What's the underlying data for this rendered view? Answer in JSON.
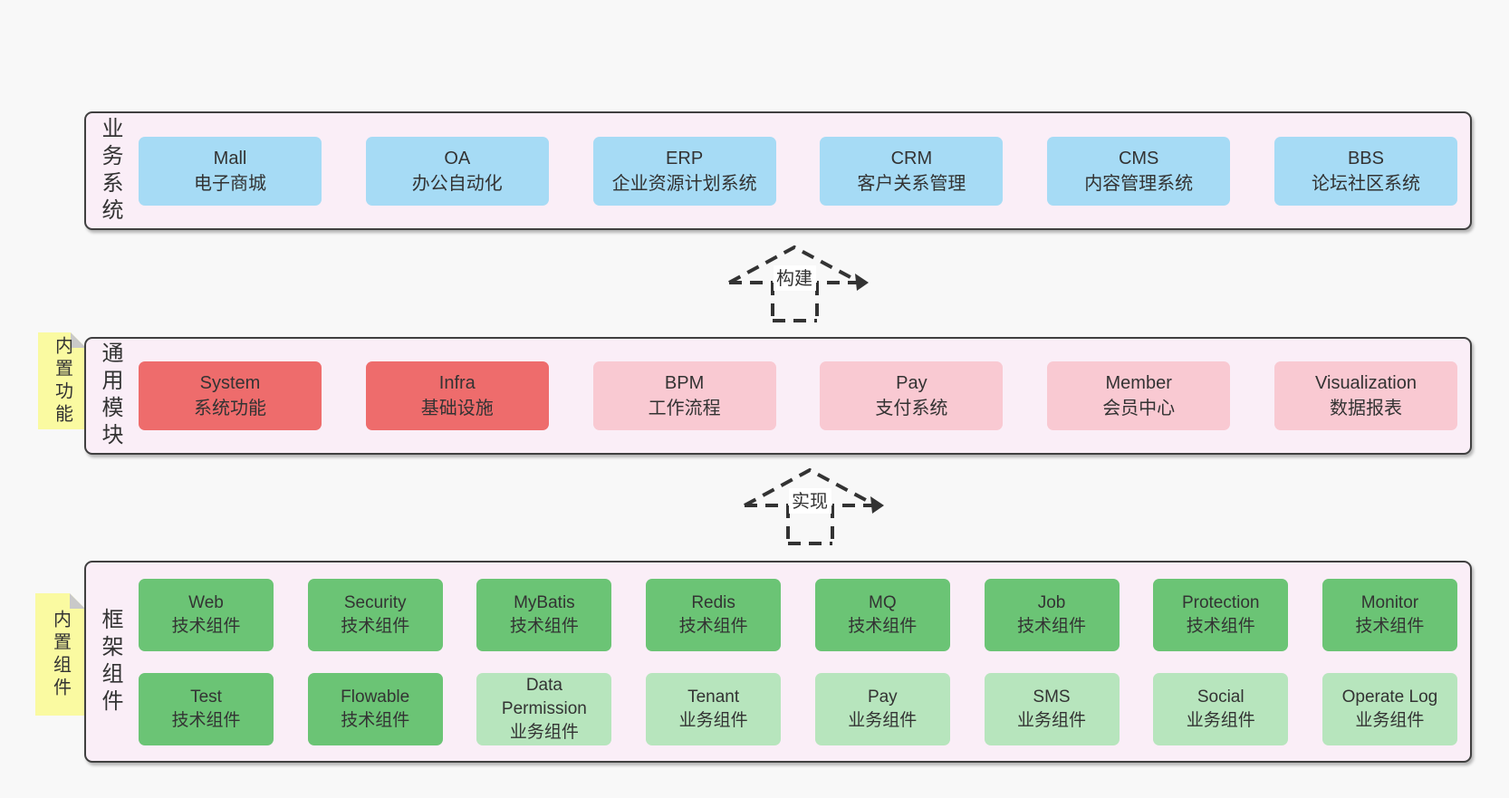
{
  "layers": {
    "business": {
      "label": "业务系统",
      "boxes": [
        {
          "name": "Mall",
          "desc": "电子商城"
        },
        {
          "name": "OA",
          "desc": "办公自动化"
        },
        {
          "name": "ERP",
          "desc": "企业资源计划系统"
        },
        {
          "name": "CRM",
          "desc": "客户关系管理"
        },
        {
          "name": "CMS",
          "desc": "内容管理系统"
        },
        {
          "name": "BBS",
          "desc": "论坛社区系统"
        }
      ]
    },
    "modules": {
      "label": "通用模块",
      "sticky": "内置功能",
      "boxes": [
        {
          "name": "System",
          "desc": "系统功能"
        },
        {
          "name": "Infra",
          "desc": "基础设施"
        },
        {
          "name": "BPM",
          "desc": "工作流程"
        },
        {
          "name": "Pay",
          "desc": "支付系统"
        },
        {
          "name": "Member",
          "desc": "会员中心"
        },
        {
          "name": "Visualization",
          "desc": "数据报表"
        }
      ]
    },
    "components": {
      "label": "框架组件",
      "sticky": "内置组件",
      "row1": [
        {
          "name": "Web",
          "desc": "技术组件"
        },
        {
          "name": "Security",
          "desc": "技术组件"
        },
        {
          "name": "MyBatis",
          "desc": "技术组件"
        },
        {
          "name": "Redis",
          "desc": "技术组件"
        },
        {
          "name": "MQ",
          "desc": "技术组件"
        },
        {
          "name": "Job",
          "desc": "技术组件"
        },
        {
          "name": "Protection",
          "desc": "技术组件"
        },
        {
          "name": "Monitor",
          "desc": "技术组件"
        }
      ],
      "row2": [
        {
          "name": "Test",
          "desc": "技术组件"
        },
        {
          "name": "Flowable",
          "desc": "技术组件"
        },
        {
          "name": "Data Permission",
          "desc": "业务组件"
        },
        {
          "name": "Tenant",
          "desc": "业务组件"
        },
        {
          "name": "Pay",
          "desc": "业务组件"
        },
        {
          "name": "SMS",
          "desc": "业务组件"
        },
        {
          "name": "Social",
          "desc": "业务组件"
        },
        {
          "name": "Operate Log",
          "desc": "业务组件"
        }
      ]
    }
  },
  "arrows": [
    {
      "label": "构建"
    },
    {
      "label": "实现"
    }
  ],
  "colors": {
    "page_bg": "#f8f8f8",
    "container_bg": "#faeef7",
    "container_border": "#404040",
    "blue": "#a6dbf5",
    "red": "#ee6c6c",
    "pink": "#f9c9d2",
    "green": "#6bc475",
    "light_green": "#b7e5bd",
    "sticky_yellow": "#fafaa1",
    "sticky_fold": "#c9c9c9",
    "text": "#333333"
  }
}
